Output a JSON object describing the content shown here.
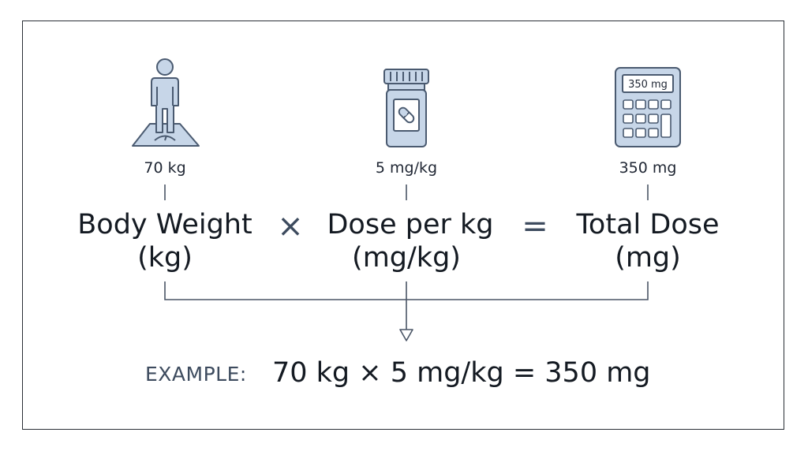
{
  "inputs": [
    {
      "id": "body-weight",
      "icon": "person-on-scale-icon",
      "value": "70 kg",
      "term_line1": "Body Weight",
      "term_line2": "(kg)"
    },
    {
      "id": "dose-per-kg",
      "icon": "pill-bottle-icon",
      "value": "5 mg/kg",
      "term_line1": "Dose per kg",
      "term_line2": "(mg/kg)"
    },
    {
      "id": "total-dose",
      "icon": "calculator-icon",
      "value": "350 mg",
      "term_line1": "Total Dose",
      "term_line2": "(mg)",
      "display": "350 mg"
    }
  ],
  "operators": {
    "multiply": "×",
    "equals": "="
  },
  "example": {
    "prefix": "EXAMPLE:",
    "expression": "70 kg × 5 mg/kg = 350 mg"
  },
  "colors": {
    "icon_fill": "#c7d6e8",
    "icon_stroke": "#4a5a70",
    "text": "#141a22",
    "muted": "#3d4b5e"
  }
}
